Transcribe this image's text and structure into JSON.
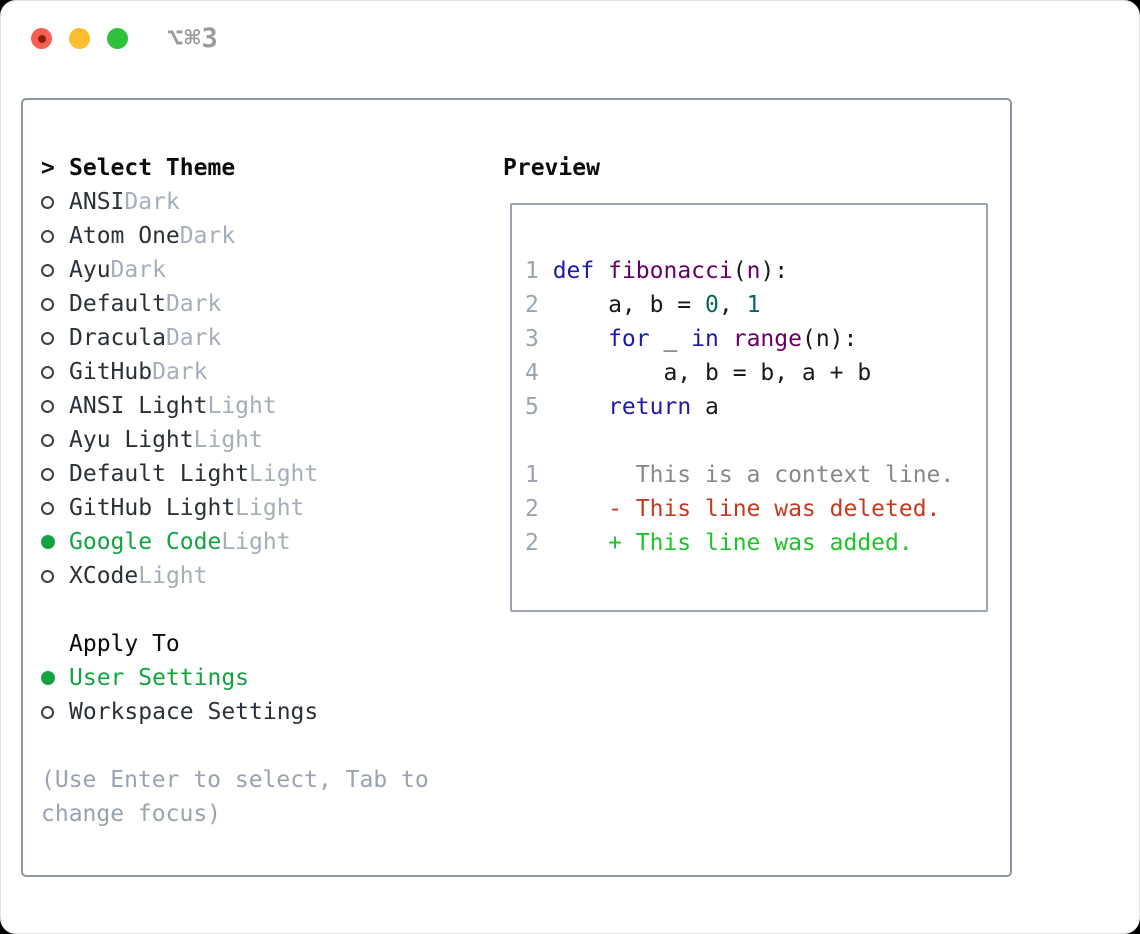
{
  "window": {
    "title": "⌥⌘3"
  },
  "colors": {
    "selected_green": "#12a440",
    "added_green": "#1dc427",
    "deleted_red": "#c6391f",
    "keyword_blue": "#1b1ba8",
    "function_purple": "#660066",
    "number_teal": "#066666",
    "context_gray": "#85898f",
    "muted_gray": "#a5aebb",
    "panel_border": "#8d96a6"
  },
  "theme_panel": {
    "header": {
      "prefix": ">",
      "label": "Select Theme"
    },
    "themes": [
      {
        "name": "ANSI",
        "variant": "Dark",
        "selected": false
      },
      {
        "name": "Atom One",
        "variant": "Dark",
        "selected": false
      },
      {
        "name": "Ayu",
        "variant": "Dark",
        "selected": false
      },
      {
        "name": "Default",
        "variant": "Dark",
        "selected": false
      },
      {
        "name": "Dracula",
        "variant": "Dark",
        "selected": false
      },
      {
        "name": "GitHub",
        "variant": "Dark",
        "selected": false
      },
      {
        "name": "ANSI Light",
        "variant": "Light",
        "selected": false
      },
      {
        "name": "Ayu Light",
        "variant": "Light",
        "selected": false
      },
      {
        "name": "Default Light",
        "variant": "Light",
        "selected": false
      },
      {
        "name": "GitHub Light",
        "variant": "Light",
        "selected": false
      },
      {
        "name": "Google Code",
        "variant": "Light",
        "selected": true
      },
      {
        "name": "XCode",
        "variant": "Light",
        "selected": false
      }
    ],
    "apply_to": {
      "label": "Apply To",
      "options": [
        {
          "label": "User Settings",
          "selected": true
        },
        {
          "label": "Workspace Settings",
          "selected": false
        }
      ]
    },
    "hint_lines": [
      "(Use Enter to select, Tab to",
      "change focus)"
    ]
  },
  "preview": {
    "title": "Preview",
    "lines": [
      {
        "num": "",
        "segs": []
      },
      {
        "num": "1",
        "segs": [
          {
            "t": "def",
            "c": "k"
          },
          {
            "t": " ",
            "c": "p"
          },
          {
            "t": "fibonacci",
            "c": "f"
          },
          {
            "t": "(",
            "c": "p"
          },
          {
            "t": "n",
            "c": "f"
          },
          {
            "t": "):",
            "c": "p"
          }
        ]
      },
      {
        "num": "2",
        "segs": [
          {
            "t": "    a, b = ",
            "c": "p"
          },
          {
            "t": "0",
            "c": "n"
          },
          {
            "t": ", ",
            "c": "p"
          },
          {
            "t": "1",
            "c": "n"
          }
        ]
      },
      {
        "num": "3",
        "segs": [
          {
            "t": "    ",
            "c": "p"
          },
          {
            "t": "for",
            "c": "k"
          },
          {
            "t": " _ ",
            "c": "p"
          },
          {
            "t": "in",
            "c": "k"
          },
          {
            "t": " ",
            "c": "p"
          },
          {
            "t": "range",
            "c": "f"
          },
          {
            "t": "(n):",
            "c": "p"
          }
        ]
      },
      {
        "num": "4",
        "segs": [
          {
            "t": "        a, b = b, a + b",
            "c": "p"
          }
        ]
      },
      {
        "num": "5",
        "segs": [
          {
            "t": "    ",
            "c": "p"
          },
          {
            "t": "return",
            "c": "k"
          },
          {
            "t": " a",
            "c": "p"
          }
        ]
      },
      {
        "num": "",
        "segs": []
      },
      {
        "num": "1",
        "segs": [
          {
            "t": "      This is a context line.",
            "c": "x"
          }
        ]
      },
      {
        "num": "2",
        "segs": [
          {
            "t": "    - This line was deleted.",
            "c": "d"
          }
        ]
      },
      {
        "num": "2",
        "segs": [
          {
            "t": "    + This line was added.",
            "c": "a"
          }
        ]
      },
      {
        "num": "",
        "segs": []
      }
    ]
  }
}
